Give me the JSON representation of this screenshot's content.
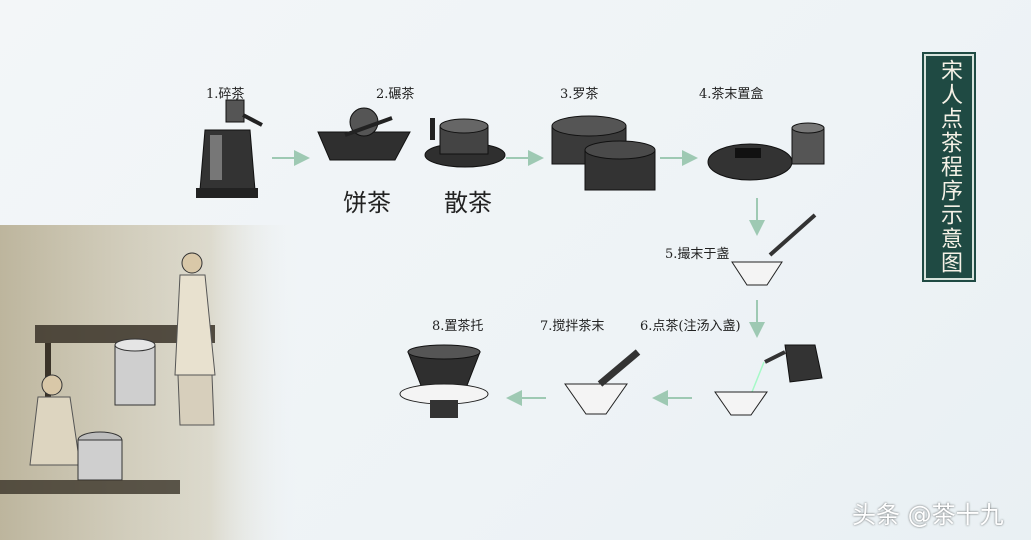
{
  "title": "宋人点茶程序示意图",
  "steps": [
    {
      "label": "1.碎茶"
    },
    {
      "label": "2.碾茶"
    },
    {
      "label": "3.罗茶"
    },
    {
      "label": "4.茶末置盒"
    },
    {
      "label": "5.撮末于盏"
    },
    {
      "label": "6.点茶(注汤入盏)"
    },
    {
      "label": "7.搅拌茶末"
    },
    {
      "label": "8.置茶托"
    }
  ],
  "sublabels": {
    "cake_tea": "饼茶",
    "loose_tea": "散茶"
  },
  "watermark": "头条 @茶十九",
  "colors": {
    "arrow": "#9ec9b3",
    "title_bg": "#1f4a43",
    "ink": "#2b2b2b"
  }
}
